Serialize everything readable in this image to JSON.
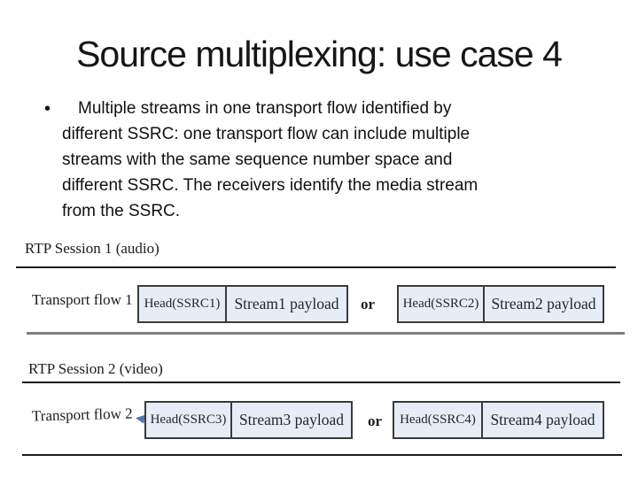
{
  "title": "Source multiplexing: use case 4",
  "bullet": {
    "marker": "•",
    "lines": [
      "Multiple streams in one transport flow identified by",
      "different SSRC: one transport flow can include multiple",
      "streams with the same sequence number space and",
      "different SSRC. The receivers identify the media stream",
      "from the SSRC."
    ]
  },
  "diagram": {
    "colors": {
      "box_fill": "#e7edf7",
      "box_border": "#3b3b3b",
      "rule_dark": "#1c1c1c",
      "rule_gray": "#7f7f7f",
      "arrow": "#4d74b2"
    },
    "sessions": [
      {
        "session_label": "RTP Session 1 (audio)",
        "flow_label": "Transport flow 1",
        "or_label": "or",
        "packets": [
          {
            "head": "Head(SSRC1)",
            "payload": "Stream1 payload"
          },
          {
            "head": "Head(SSRC2)",
            "payload": "Stream2 payload"
          }
        ]
      },
      {
        "session_label": "RTP Session 2 (video)",
        "flow_label": "Transport flow 2",
        "or_label": "or",
        "packets": [
          {
            "head": "Head(SSRC3)",
            "payload": "Stream3 payload"
          },
          {
            "head": "Head(SSRC4)",
            "payload": "Stream4 payload"
          }
        ]
      }
    ]
  }
}
